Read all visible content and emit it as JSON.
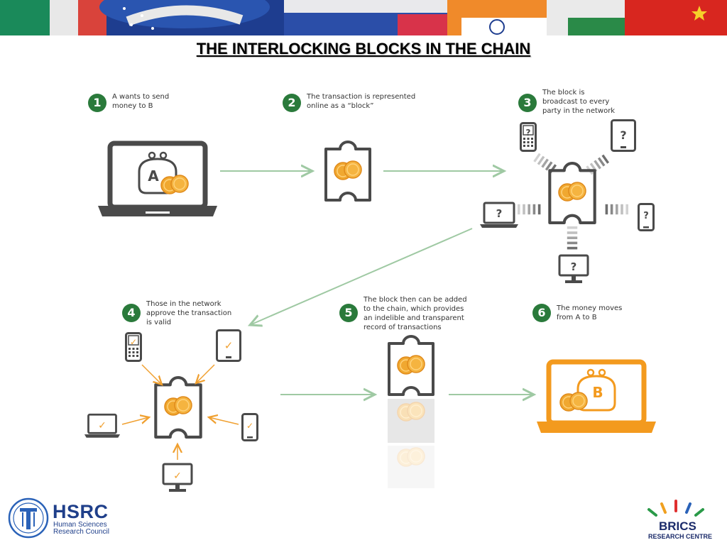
{
  "title": "THE INTERLOCKING BLOCKS IN THE CHAIN",
  "colors": {
    "step_green": "#2a7a3b",
    "coin_orange": "#f0a830",
    "device_gray": "#4a4a4a",
    "arrow_green": "#9fc9a3",
    "check_orange": "#f0a030",
    "laptop_b_orange": "#f39a1e",
    "hsrc_blue": "#1f3f8a",
    "brics_navy": "#1b2b6a"
  },
  "steps": [
    {
      "number": "1",
      "lines": [
        "A wants to send",
        "money to B"
      ]
    },
    {
      "number": "2",
      "lines": [
        "The transaction is represented",
        "online as a “block”"
      ]
    },
    {
      "number": "3",
      "lines": [
        "The block is",
        "broadcast to every",
        "party in the network"
      ]
    },
    {
      "number": "4",
      "lines": [
        "Those in the network",
        "approve the transaction",
        "is valid"
      ]
    },
    {
      "number": "5",
      "lines": [
        "The block then can be added",
        "to the chain, which provides",
        "an indelible and transparent",
        "record of transactions"
      ]
    },
    {
      "number": "6",
      "lines": [
        "The money moves",
        "from A to B"
      ]
    }
  ],
  "wallet_a_label": "A",
  "wallet_b_label": "B",
  "unknown_mark": "?",
  "approved_mark": "✓",
  "logos": {
    "hsrc_name": "HSRC",
    "hsrc_sub": [
      "Human Sciences",
      "Research Council"
    ],
    "brics_name": "BRICS",
    "brics_sub": "RESEARCH CENTRE"
  }
}
